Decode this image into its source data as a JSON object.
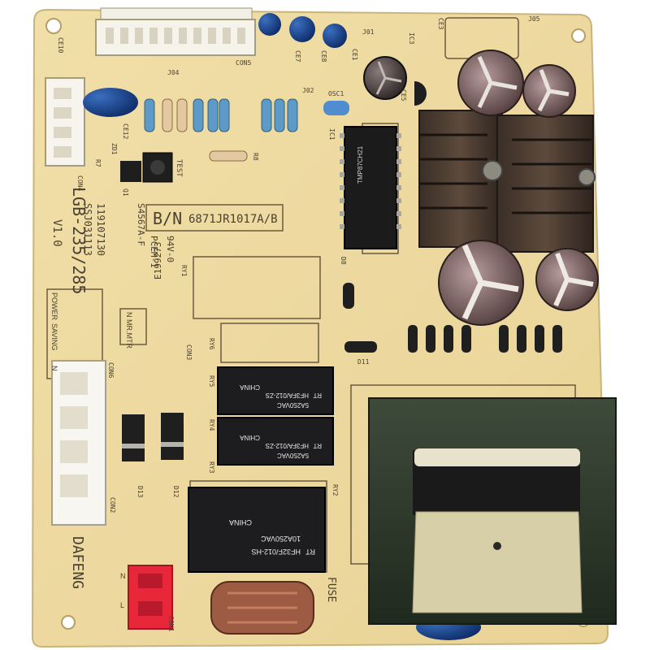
{
  "board": {
    "model": "LGB-235/285",
    "version": "V1.0",
    "maker": "DAFENG",
    "bn_prefix": "B/N",
    "bn_number": "6871JR1017A/B",
    "date_code_1": "119107130",
    "date_code_2": "SSJ031113",
    "cert_1": "S4567A-F",
    "cert_2": "PCEM-1",
    "cert_3": "94V-0",
    "cert_4": "E199273",
    "fuse_label": "FUSE",
    "test_label": "TEST"
  },
  "designators": {
    "con6": "CON6",
    "con4": "CON4",
    "con5": "CON5",
    "con2": "CON2",
    "con3": "CON3",
    "con1": "CON1",
    "j04": "J04",
    "j01": "J01",
    "j02": "J02",
    "j05": "J05",
    "ic1": "IC1",
    "ic3": "IC3",
    "osc1": "OSC1",
    "ry1": "RY1",
    "ry2": "RY2",
    "ry3": "RY3",
    "ry4": "RY4",
    "ry5": "RY5",
    "ry6": "RY6",
    "d8": "D8",
    "d11": "D11",
    "d12": "D12",
    "d13": "D13",
    "ce3": "CE3",
    "ce7": "CE7",
    "ce8": "CE8",
    "ce10": "CE10",
    "ce12": "CE12",
    "ce1": "CE1",
    "ce5": "CE5",
    "zd1": "ZD1",
    "q1": "Q1",
    "r7": "R7",
    "r8": "R8"
  },
  "side_labels": {
    "power": "POWER",
    "saving": "SAVING",
    "n": "N",
    "mntr": "N MR.MTR",
    "plug_n": "N",
    "plug_l": "L"
  },
  "relays": {
    "brand": "RT",
    "small_model": "HF3FA/012-ZS",
    "small_rating": "5A250VAC",
    "small_origin": "CHINA",
    "big_model": "HF32F/012-HS",
    "big_rating": "10A250VAC",
    "big_origin": "CHINA"
  },
  "ic": {
    "part": "TMP87CH21"
  }
}
